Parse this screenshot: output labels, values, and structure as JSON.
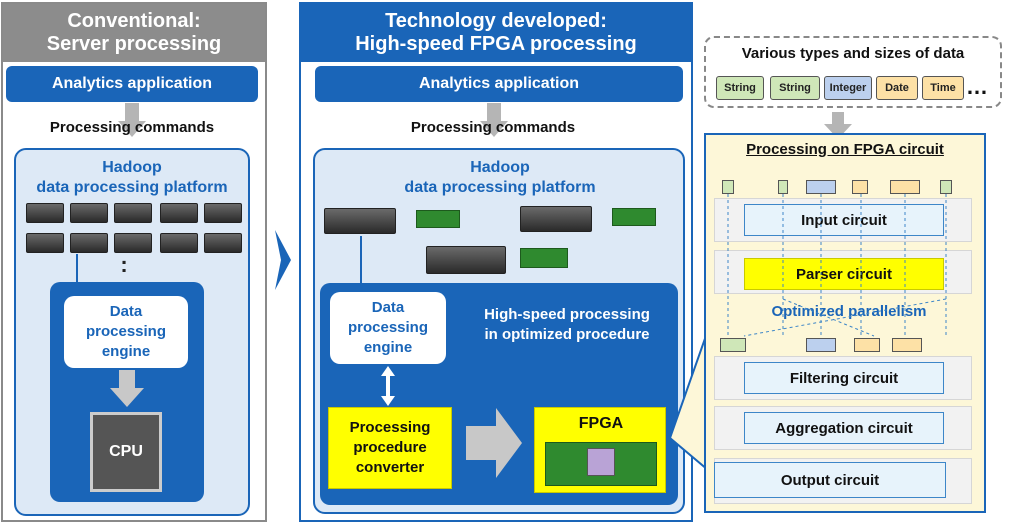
{
  "conventional": {
    "title_line1": "Conventional:",
    "title_line2": "Server processing",
    "app": "Analytics application",
    "commands": "Processing commands",
    "hadoop_line1": "Hadoop",
    "hadoop_line2": "data processing platform",
    "ellipsis": ":",
    "engine_line1": "Data",
    "engine_line2": "processing",
    "engine_line3": "engine",
    "cpu": "CPU"
  },
  "developed": {
    "title_line1": "Technology developed:",
    "title_line2": "High-speed FPGA processing",
    "app": "Analytics application",
    "commands": "Processing commands",
    "hadoop_line1": "Hadoop",
    "hadoop_line2": "data processing platform",
    "engine_line1": "Data",
    "engine_line2": "processing",
    "engine_line3": "engine",
    "highspeed_line1": "High-speed processing",
    "highspeed_line2": "in optimized procedure",
    "converter_line1": "Processing",
    "converter_line2": "procedure",
    "converter_line3": "converter",
    "fpga": "FPGA"
  },
  "data_types": {
    "title": "Various types and sizes of data",
    "tokens": [
      "String",
      "String",
      "Integer",
      "Date",
      "Time"
    ],
    "more": "…"
  },
  "fpga_circuit": {
    "title": "Processing on FPGA circuit",
    "input": "Input circuit",
    "parser": "Parser circuit",
    "parallelism": "Optimized parallelism",
    "filtering": "Filtering circuit",
    "aggregation": "Aggregation circuit",
    "output": "Output circuit"
  }
}
